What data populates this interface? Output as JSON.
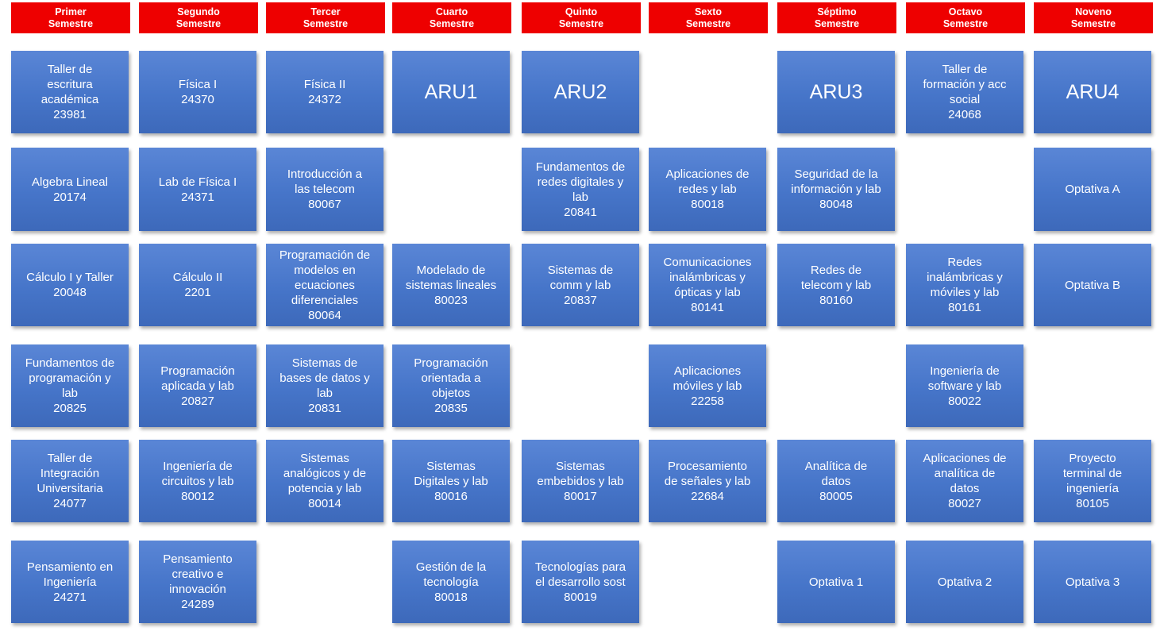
{
  "headers": [
    [
      "Primer",
      "Semestre"
    ],
    [
      "Segundo",
      "Semestre"
    ],
    [
      "Tercer",
      "Semestre"
    ],
    [
      "Cuarto",
      "Semestre"
    ],
    [
      "Quinto",
      "Semestre"
    ],
    [
      "Sexto",
      "Semestre"
    ],
    [
      "Séptimo",
      "Semestre"
    ],
    [
      "Octavo",
      "Semestre"
    ],
    [
      "Noveno",
      "Semestre"
    ]
  ],
  "courses": [
    {
      "col": 0,
      "row": 0,
      "lines": [
        "Taller de",
        "escritura",
        "académica"
      ],
      "code": "23981"
    },
    {
      "col": 0,
      "row": 1,
      "lines": [
        "Algebra Lineal"
      ],
      "code": "20174"
    },
    {
      "col": 0,
      "row": 2,
      "lines": [
        "Cálculo I y Taller"
      ],
      "code": "20048"
    },
    {
      "col": 0,
      "row": 3,
      "lines": [
        "Fundamentos de",
        "programación y",
        "lab"
      ],
      "code": "20825"
    },
    {
      "col": 0,
      "row": 4,
      "lines": [
        "Taller de",
        "Integración",
        "Universitaria"
      ],
      "code": "24077"
    },
    {
      "col": 0,
      "row": 5,
      "lines": [
        "Pensamiento en",
        "Ingeniería"
      ],
      "code": "24271"
    },
    {
      "col": 1,
      "row": 0,
      "lines": [
        "Física I"
      ],
      "code": "24370"
    },
    {
      "col": 1,
      "row": 1,
      "lines": [
        "Lab de Física I"
      ],
      "code": "24371"
    },
    {
      "col": 1,
      "row": 2,
      "lines": [
        "Cálculo II"
      ],
      "code": "2201"
    },
    {
      "col": 1,
      "row": 3,
      "lines": [
        "Programación",
        "aplicada y lab"
      ],
      "code": "20827"
    },
    {
      "col": 1,
      "row": 4,
      "lines": [
        "Ingeniería de",
        "circuitos y lab"
      ],
      "code": "80012"
    },
    {
      "col": 1,
      "row": 5,
      "lines": [
        "Pensamiento",
        "creativo e",
        "innovación"
      ],
      "code": "24289"
    },
    {
      "col": 2,
      "row": 0,
      "lines": [
        "Física II"
      ],
      "code": "24372"
    },
    {
      "col": 2,
      "row": 1,
      "lines": [
        "Introducción a",
        "las telecom"
      ],
      "code": "80067"
    },
    {
      "col": 2,
      "row": 2,
      "lines": [
        "Programación de",
        "modelos en",
        "ecuaciones",
        "diferenciales"
      ],
      "code": "80064"
    },
    {
      "col": 2,
      "row": 3,
      "lines": [
        "Sistemas de",
        "bases de datos y",
        "lab"
      ],
      "code": "20831"
    },
    {
      "col": 2,
      "row": 4,
      "lines": [
        "Sistemas",
        "analógicos y de",
        "potencia y lab"
      ],
      "code": "80014"
    },
    {
      "col": 3,
      "row": 0,
      "lines": [
        "ARU1"
      ],
      "code": "",
      "big": true
    },
    {
      "col": 3,
      "row": 2,
      "lines": [
        "Modelado de",
        "sistemas lineales"
      ],
      "code": "80023"
    },
    {
      "col": 3,
      "row": 3,
      "lines": [
        "Programación",
        "orientada a",
        "objetos"
      ],
      "code": "20835"
    },
    {
      "col": 3,
      "row": 4,
      "lines": [
        "Sistemas",
        "Digitales y lab"
      ],
      "code": "80016"
    },
    {
      "col": 3,
      "row": 5,
      "lines": [
        "Gestión de la",
        "tecnología"
      ],
      "code": "80018"
    },
    {
      "col": 4,
      "row": 0,
      "lines": [
        "ARU2"
      ],
      "code": "",
      "big": true
    },
    {
      "col": 4,
      "row": 1,
      "lines": [
        "Fundamentos de",
        "redes digitales y",
        "lab"
      ],
      "code": "20841"
    },
    {
      "col": 4,
      "row": 2,
      "lines": [
        "Sistemas de",
        "comm y lab"
      ],
      "code": "20837"
    },
    {
      "col": 4,
      "row": 4,
      "lines": [
        "Sistemas",
        "embebidos y lab"
      ],
      "code": "80017"
    },
    {
      "col": 4,
      "row": 5,
      "lines": [
        "Tecnologías para",
        "el desarrollo sost"
      ],
      "code": "80019"
    },
    {
      "col": 5,
      "row": 1,
      "lines": [
        "Aplicaciones de",
        "redes y lab"
      ],
      "code": "80018"
    },
    {
      "col": 5,
      "row": 2,
      "lines": [
        "Comunicaciones",
        "inalámbricas y",
        "ópticas y lab"
      ],
      "code": "80141"
    },
    {
      "col": 5,
      "row": 3,
      "lines": [
        "Aplicaciones",
        "móviles y lab"
      ],
      "code": "22258"
    },
    {
      "col": 5,
      "row": 4,
      "lines": [
        "Procesamiento",
        "de señales y lab"
      ],
      "code": "22684"
    },
    {
      "col": 6,
      "row": 0,
      "lines": [
        "ARU3"
      ],
      "code": "",
      "big": true
    },
    {
      "col": 6,
      "row": 1,
      "lines": [
        "Seguridad de la",
        "información y lab"
      ],
      "code": "80048"
    },
    {
      "col": 6,
      "row": 2,
      "lines": [
        "Redes de",
        "telecom y lab"
      ],
      "code": "80160"
    },
    {
      "col": 6,
      "row": 4,
      "lines": [
        "Analítica de",
        "datos"
      ],
      "code": "80005"
    },
    {
      "col": 6,
      "row": 5,
      "lines": [
        "Optativa 1"
      ],
      "code": ""
    },
    {
      "col": 7,
      "row": 0,
      "lines": [
        "Taller de",
        "formación y acc",
        "social"
      ],
      "code": "24068"
    },
    {
      "col": 7,
      "row": 2,
      "lines": [
        "Redes",
        "inalámbricas y",
        "móviles y lab"
      ],
      "code": "80161"
    },
    {
      "col": 7,
      "row": 3,
      "lines": [
        "Ingeniería de",
        "software y lab"
      ],
      "code": "80022"
    },
    {
      "col": 7,
      "row": 4,
      "lines": [
        "Aplicaciones de",
        "analítica de",
        "datos"
      ],
      "code": "80027"
    },
    {
      "col": 7,
      "row": 5,
      "lines": [
        "Optativa 2"
      ],
      "code": ""
    },
    {
      "col": 8,
      "row": 0,
      "lines": [
        "ARU4"
      ],
      "code": "",
      "big": true
    },
    {
      "col": 8,
      "row": 1,
      "lines": [
        "Optativa A"
      ],
      "code": ""
    },
    {
      "col": 8,
      "row": 2,
      "lines": [
        "Optativa B"
      ],
      "code": ""
    },
    {
      "col": 8,
      "row": 4,
      "lines": [
        "Proyecto",
        "terminal de",
        "ingeniería"
      ],
      "code": "80105"
    },
    {
      "col": 8,
      "row": 5,
      "lines": [
        "Optativa 3"
      ],
      "code": ""
    }
  ]
}
